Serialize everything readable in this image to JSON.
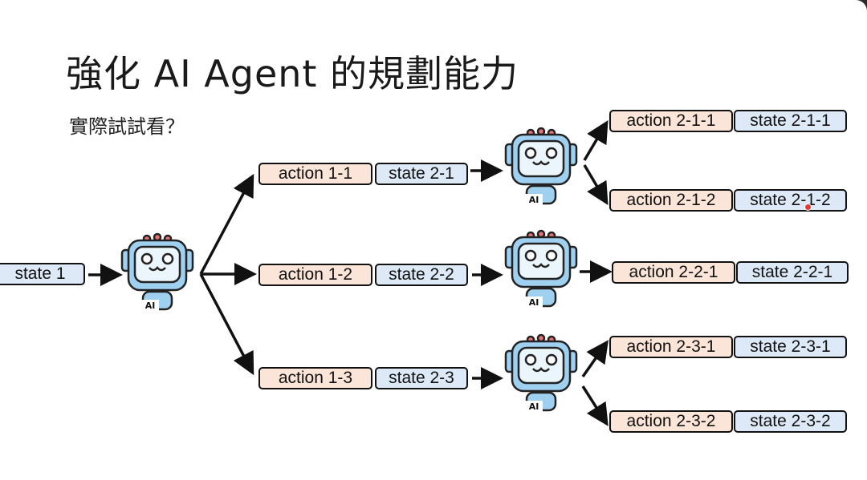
{
  "slide": {
    "title": "強化 AI Agent 的規劃能力",
    "subtitle": "實際試試看？"
  },
  "diagram": {
    "root_state": "state 1",
    "robot_label": "AI",
    "level1": [
      {
        "action": "action 1-1",
        "state": "state 2-1"
      },
      {
        "action": "action 1-2",
        "state": "state 2-2"
      },
      {
        "action": "action 1-3",
        "state": "state 2-3"
      }
    ],
    "level2": [
      {
        "action": "action 2-1-1",
        "state": "state 2-1-1"
      },
      {
        "action": "action 2-1-2",
        "state": "state 2-1-2"
      },
      {
        "action": "action 2-2-1",
        "state": "state 2-2-1"
      },
      {
        "action": "action 2-3-1",
        "state": "state 2-3-1"
      },
      {
        "action": "action 2-3-2",
        "state": "state 2-3-2"
      }
    ]
  },
  "colors": {
    "action_fill": "#fbe5d8",
    "state_fill": "#dde9f7",
    "robot_body": "#9fd0f0",
    "robot_antenna": "#e57373"
  }
}
